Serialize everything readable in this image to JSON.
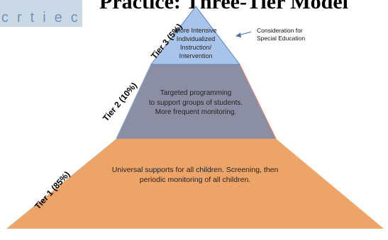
{
  "header": {
    "title": "Practice: Three-Tier Model",
    "logo_text": "crtiec"
  },
  "tiers": [
    {
      "label": "Tier 3 (5%)",
      "lines": [
        "More Intensive",
        "Individualized",
        "Instruction/",
        "Intervention"
      ],
      "color": "#a9c4ea"
    },
    {
      "label": "Tier 2 (10%)",
      "lines": [
        "Targeted programming",
        "to support groups of students.",
        "More frequent monitoring."
      ],
      "color": "#8c8fa4"
    },
    {
      "label": "Tier 1 (85%)",
      "lines": [
        "Universal supports for all children. Screening, then",
        "periodic monitoring of all children."
      ],
      "color": "#eda469"
    }
  ],
  "callout": {
    "lines": [
      "Consideration for",
      "Special Education"
    ],
    "arrow_color": "#4a6fa5"
  }
}
